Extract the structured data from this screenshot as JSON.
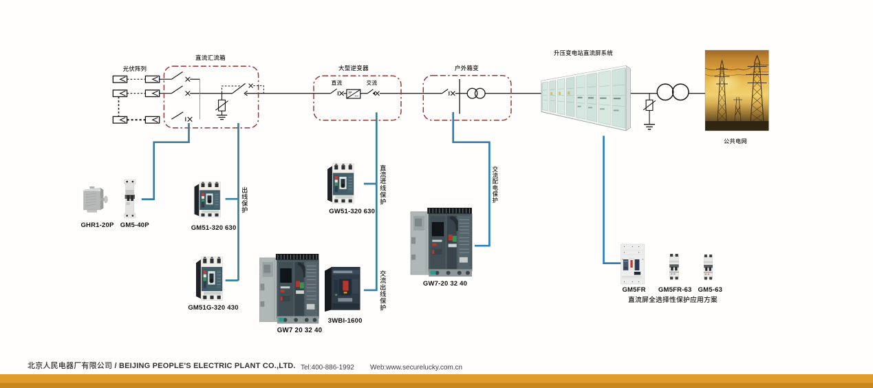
{
  "colors": {
    "accent_bar": "#DF9E2B",
    "accent_bar_dark": "#C8881F",
    "dashed_box": "#93393B",
    "connector_teal": "#36809E",
    "connector_blue": "#2B7FC0",
    "circuit_line": "#141414"
  },
  "diagram": {
    "labels": {
      "pv_array": "光伏阵列",
      "dc_combiner_box": "直流汇流箱",
      "large_inverter": "大型逆变器",
      "inverter_dc": "直流",
      "inverter_ac": "交流",
      "outdoor_box_transformer": "户外箱变",
      "substation_dc_panel_system": "升压变电站直流屏系统",
      "public_grid": "公共电网"
    },
    "connector_labels": {
      "outgoing_line_protection": "出线保护",
      "dc_incoming_line_protection": "直流进线保护",
      "ac_outgoing_line_protection": "交流出线保护",
      "ac_distribution_protection": "交流配电保护"
    }
  },
  "products": [
    {
      "label": "GHR1-20P"
    },
    {
      "label": "GM5-40P"
    },
    {
      "label": "GM51-320 630"
    },
    {
      "label": "GW51-320 630"
    },
    {
      "label": "GM51G-320 430"
    },
    {
      "label": "GW7 20 32 40"
    },
    {
      "label": "3WBI-1600"
    },
    {
      "label": "GW7-20 32 40"
    },
    {
      "label": "GM5FR"
    },
    {
      "label": "GM5FR-63"
    },
    {
      "label": "GM5-63"
    }
  ],
  "solution_caption": "直流屏全选择性保护应用方案",
  "footer": {
    "company": "北京人民电器厂有限公司 / BEIJING PEOPLE'S ELECTRIC PLANT CO.,LTD.",
    "tel": "Tel:400-886-1992",
    "web": "Web:www.securelucky.com.cn"
  }
}
